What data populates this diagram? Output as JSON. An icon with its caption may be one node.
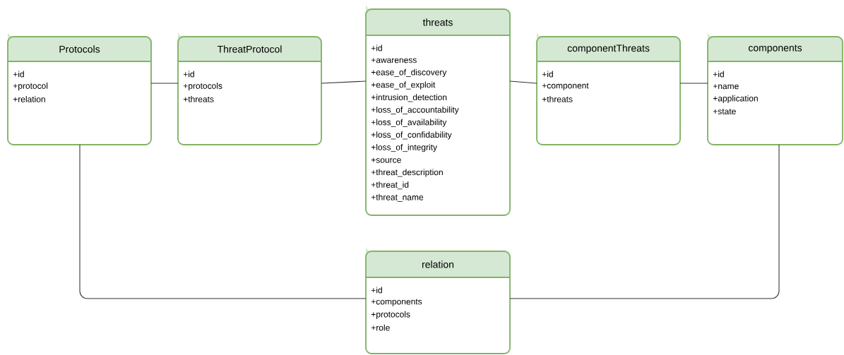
{
  "diagram": {
    "nodes": [
      {
        "text": [
          "Protocols",
          "+id",
          "+protocol",
          "+relation"
        ]
      },
      {
        "text": [
          "ThreatProtocol",
          "+id",
          "+protocols",
          "+threats"
        ]
      },
      {
        "text": [
          "threats",
          "+id",
          "+awareness",
          "+ease_of_discovery",
          "+ease_of_exploit",
          "+intrusion_detection",
          "+loss_of_accountability",
          "+loss_of_availability",
          "+loss_of_confidability",
          "+loss_of_integrity",
          "+source",
          "+threat_description",
          "+threat_id",
          "+threat_name"
        ]
      },
      {
        "text": [
          "componentThreats",
          "+id",
          "+component",
          "+threats"
        ]
      },
      {
        "text": [
          "components",
          "+id",
          "+name",
          "+application",
          "+state"
        ]
      },
      {
        "text": [
          "relation",
          "+id",
          "+components",
          "+protocols",
          "+role"
        ]
      }
    ],
    "edges": [
      {
        "from": 0,
        "to": 1,
        "arrow": "none"
      },
      {
        "from": 1,
        "to": 2,
        "arrow": "none"
      },
      {
        "from": 2,
        "to": 3,
        "arrow": "none"
      },
      {
        "from": 3,
        "to": 4,
        "arrow": "none"
      },
      {
        "from": 0,
        "to": 5,
        "arrow": "none"
      },
      {
        "from": 4,
        "to": 5,
        "arrow": "none"
      }
    ]
  }
}
